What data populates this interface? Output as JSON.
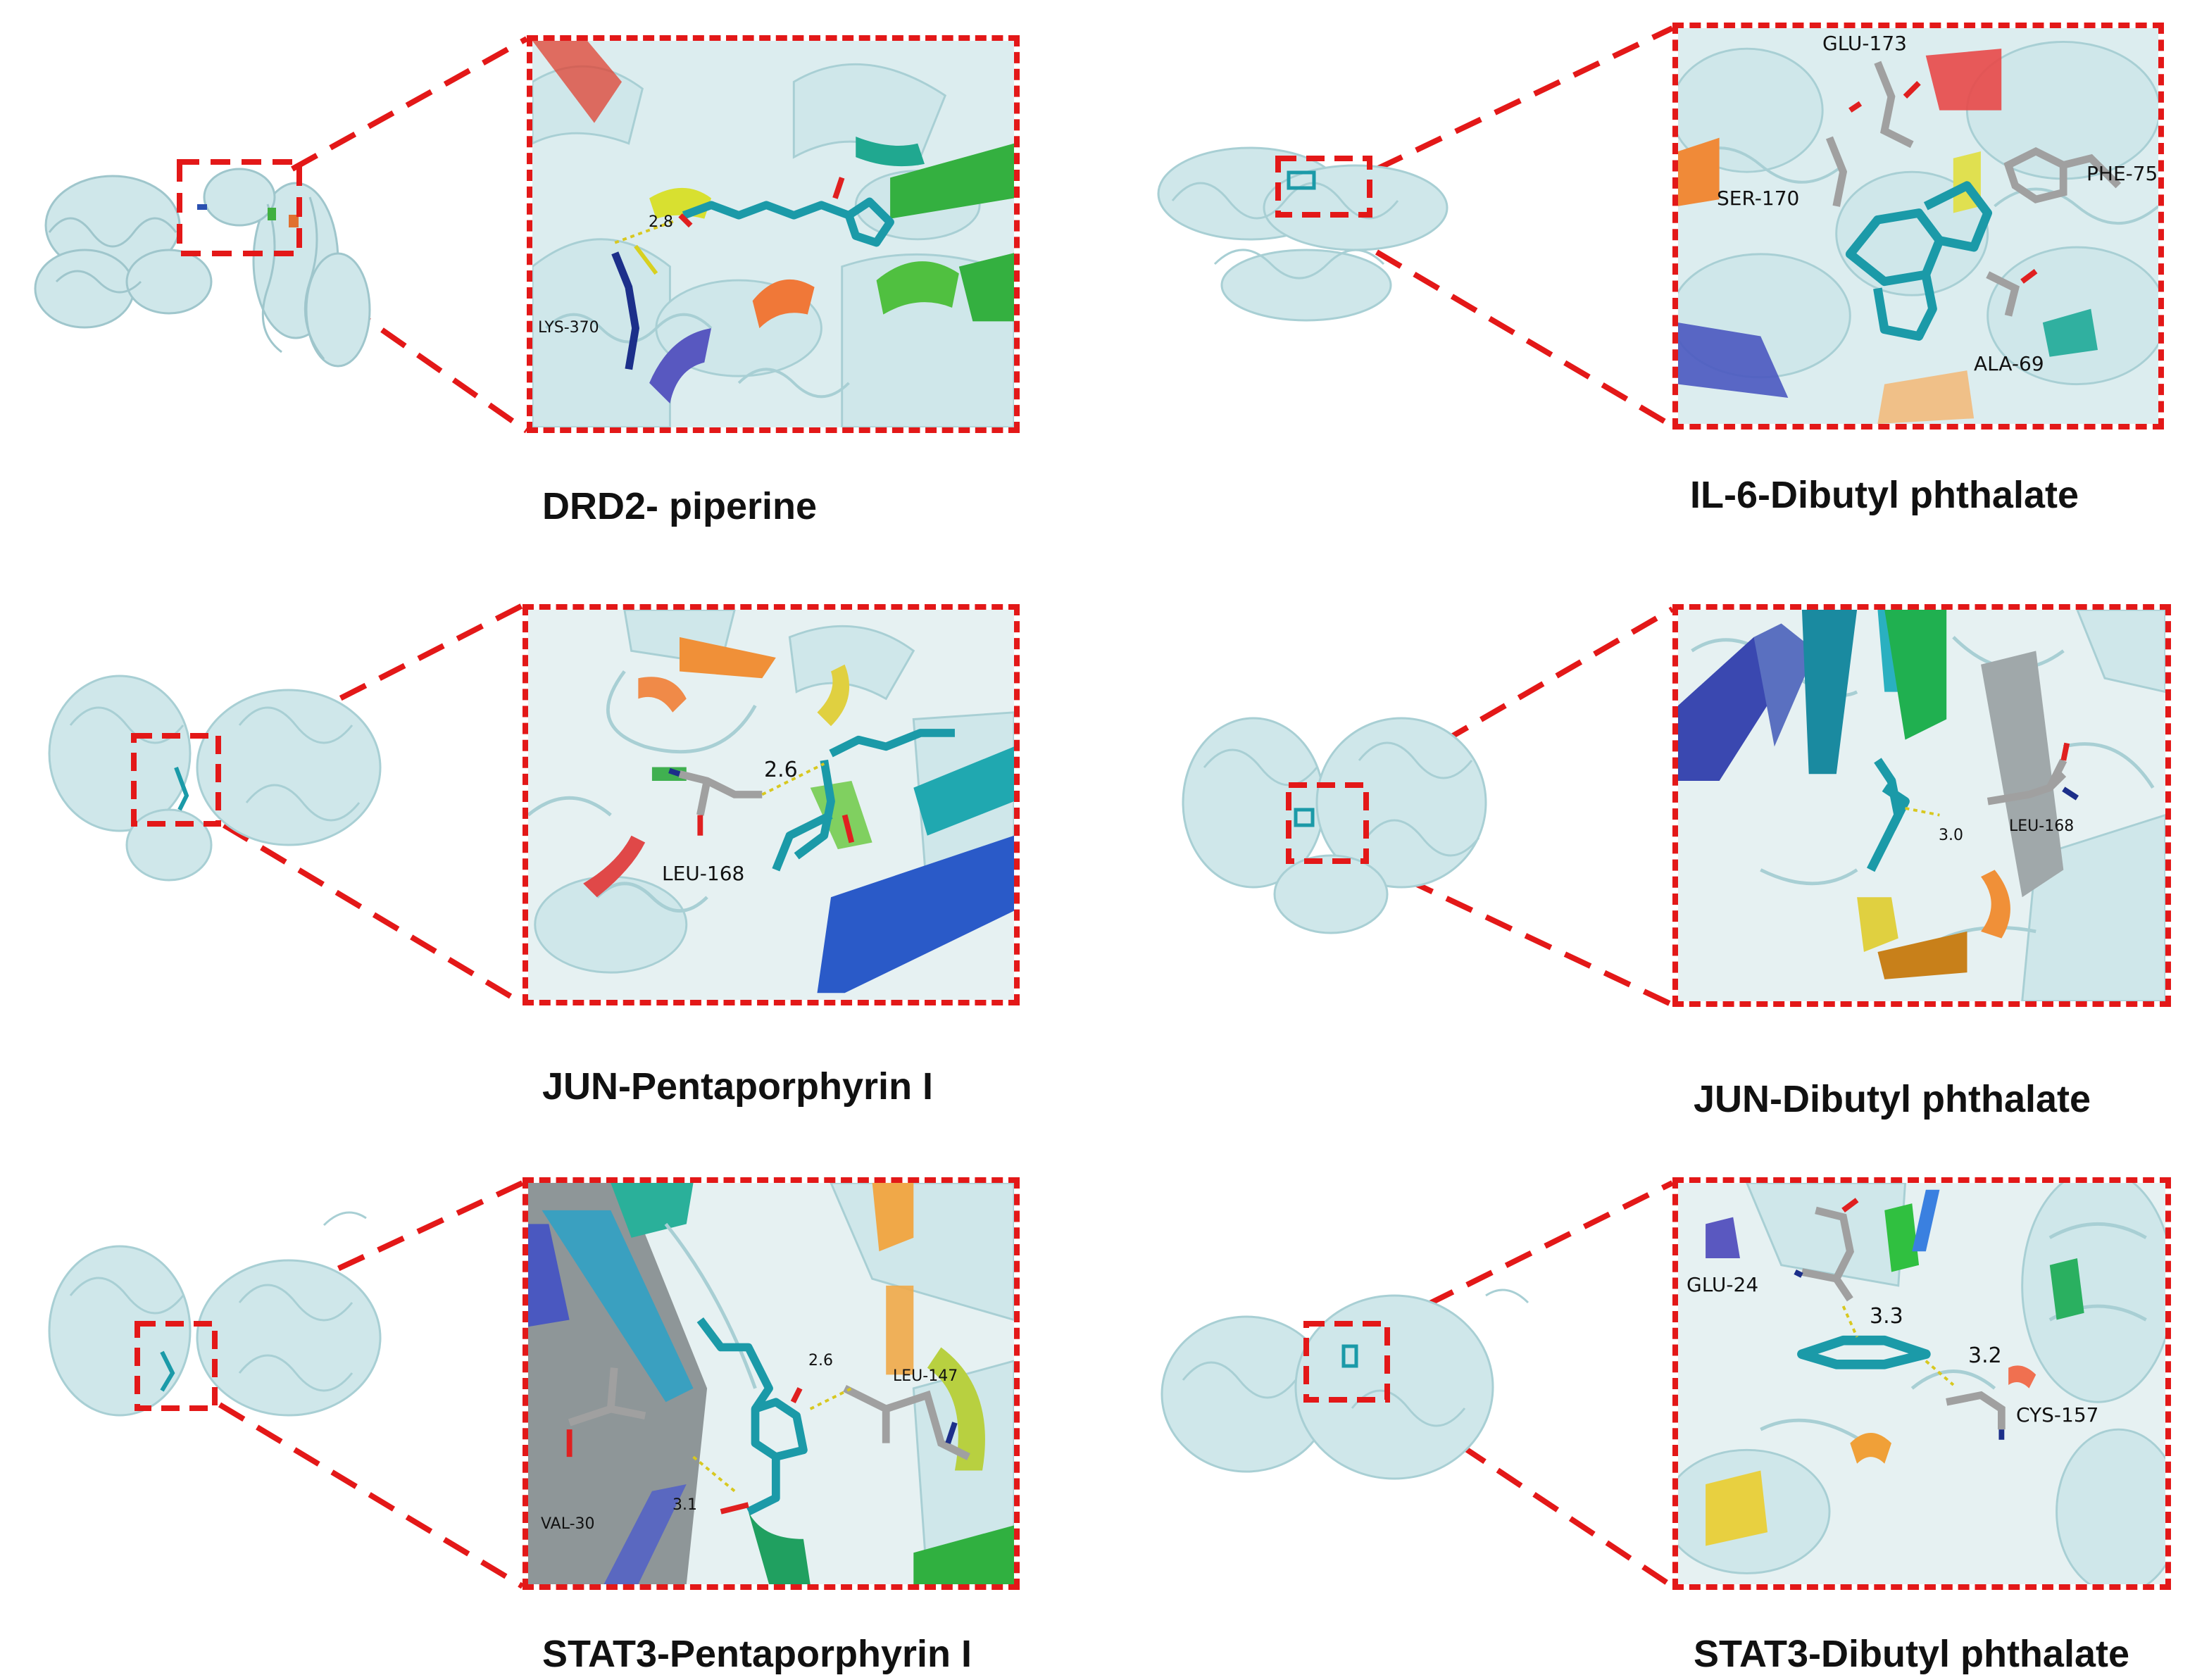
{
  "panels": [
    {
      "id": "drd2",
      "caption": "DRD2- piperine",
      "residues": [
        "LYS-370"
      ],
      "distances": [
        "2.8"
      ]
    },
    {
      "id": "il6",
      "caption": "IL-6-Dibutyl phthalate",
      "residues": [
        "GLU-173",
        "SER-170",
        "PHE-75",
        "ALA-69"
      ],
      "distances": []
    },
    {
      "id": "jun-penta",
      "caption": "JUN-Pentaporphyrin I",
      "residues": [
        "LEU-168"
      ],
      "distances": [
        "2.6"
      ]
    },
    {
      "id": "jun-dbp",
      "caption": "JUN-Dibutyl phthalate",
      "residues": [
        "LEU-168"
      ],
      "distances": [
        "3.0"
      ]
    },
    {
      "id": "stat3-penta",
      "caption": "STAT3-Pentaporphyrin I",
      "residues": [
        "LEU-147",
        "VAL-30"
      ],
      "distances": [
        "2.6",
        "3.1"
      ]
    },
    {
      "id": "stat3-dbp",
      "caption": "STAT3-Dibutyl phthalate",
      "residues": [
        "GLU-24",
        "CYS-157"
      ],
      "distances": [
        "3.3",
        "3.2"
      ]
    }
  ],
  "colors": {
    "dash": "#e31818",
    "protein": "#cfe7ea",
    "ligand": "#1b9aa8",
    "residue": "#9a9a9a",
    "hbond": "#e8d020"
  }
}
